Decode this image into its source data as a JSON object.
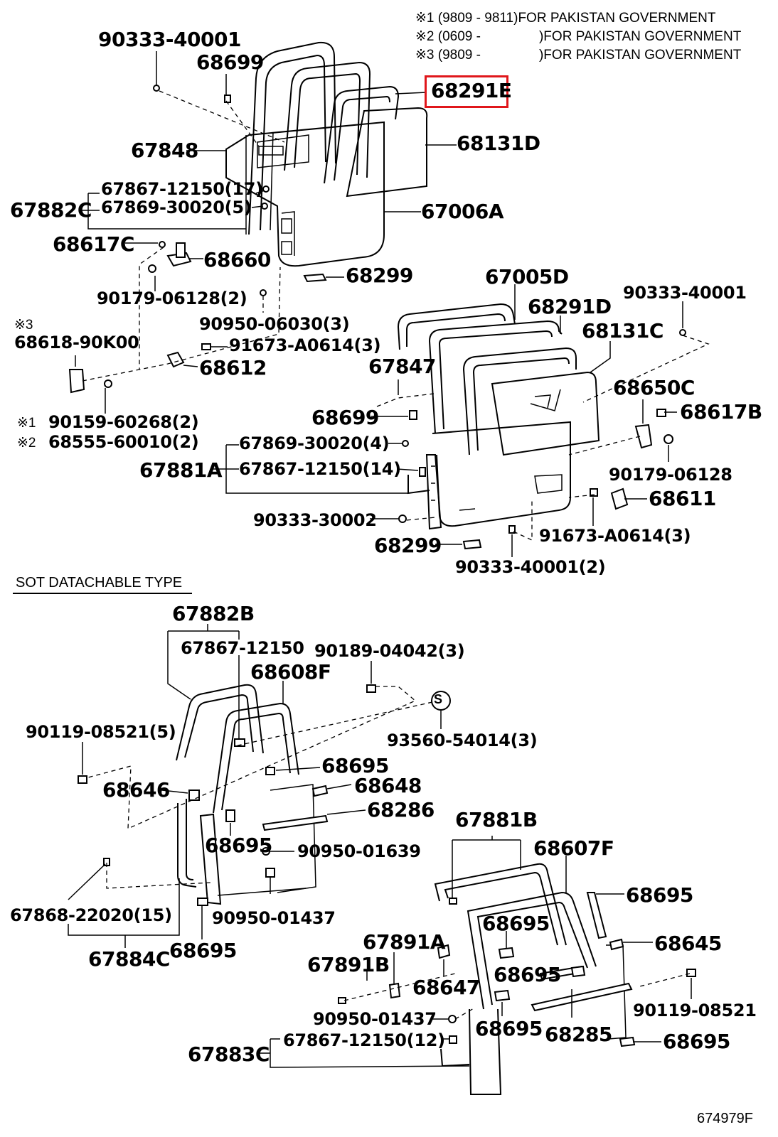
{
  "notes": [
    {
      "mark": "※1",
      "range": "(9809 - 9811)",
      "text": "FOR PAKISTAN GOVERNMENT"
    },
    {
      "mark": "※2",
      "range": "(0609 -",
      "text": ")FOR PAKISTAN GOVERNMENT"
    },
    {
      "mark": "※3",
      "range": "(9809 -",
      "text": ")FOR PAKISTAN GOVERNMENT"
    }
  ],
  "highlighted_part": "68291E",
  "section_title": "SOT DATACHABLE TYPE",
  "figure_ref": "674979F",
  "callouts": {
    "p01": "90333-40001",
    "p02": "68699",
    "p03": "67848",
    "p04": "68131D",
    "p05": "67867-12150(17)",
    "p06": "67882C",
    "p07": "67869-30020(5)",
    "p08": "67006A",
    "p09": "68617C",
    "p10": "68660",
    "p11": "68299",
    "p12": "90179-06128(2)",
    "p13": "90950-06030(3)",
    "p14_mark": "※3",
    "p14": "68618-90K00",
    "p15": "91673-A0614(3)",
    "p16": "68612",
    "p17_mark": "※1",
    "p17": "90159-60268(2)",
    "p18_mark": "※2",
    "p18": "68555-60010(2)",
    "p19": "67005D",
    "p20": "68291D",
    "p21": "90333-40001",
    "p22": "68131C",
    "p23": "67847",
    "p24": "68650C",
    "p25": "68699",
    "p26": "68617B",
    "p27": "67869-30020(4)",
    "p28": "67881A",
    "p29": "67867-12150(14)",
    "p30": "90179-06128",
    "p31": "68611",
    "p32": "90333-30002",
    "p33": "91673-A0614(3)",
    "p34": "68299",
    "p35": "90333-40001(2)",
    "p36": "67882B",
    "p37": "67867-12150",
    "p38": "90189-04042(3)",
    "p39": "68608F",
    "p40": "90119-08521(5)",
    "p41_mark": "S",
    "p41": "93560-54014(3)",
    "p42": "68695",
    "p43": "68648",
    "p44": "68646",
    "p45": "68286",
    "p46": "68695",
    "p47": "90950-01639",
    "p48": "67868-22020(15)",
    "p49": "90950-01437",
    "p50": "67884C",
    "p51": "68695",
    "p52": "67881B",
    "p53": "68607F",
    "p54": "68695",
    "p55": "68695",
    "p56": "68645",
    "p57": "67891A",
    "p58": "67891B",
    "p59": "68647",
    "p60": "68695",
    "p61": "90119-08521",
    "p62": "90950-01437",
    "p63": "68695",
    "p64": "68285",
    "p65": "67867-12150(12)",
    "p66": "67883C",
    "p67": "68695"
  }
}
